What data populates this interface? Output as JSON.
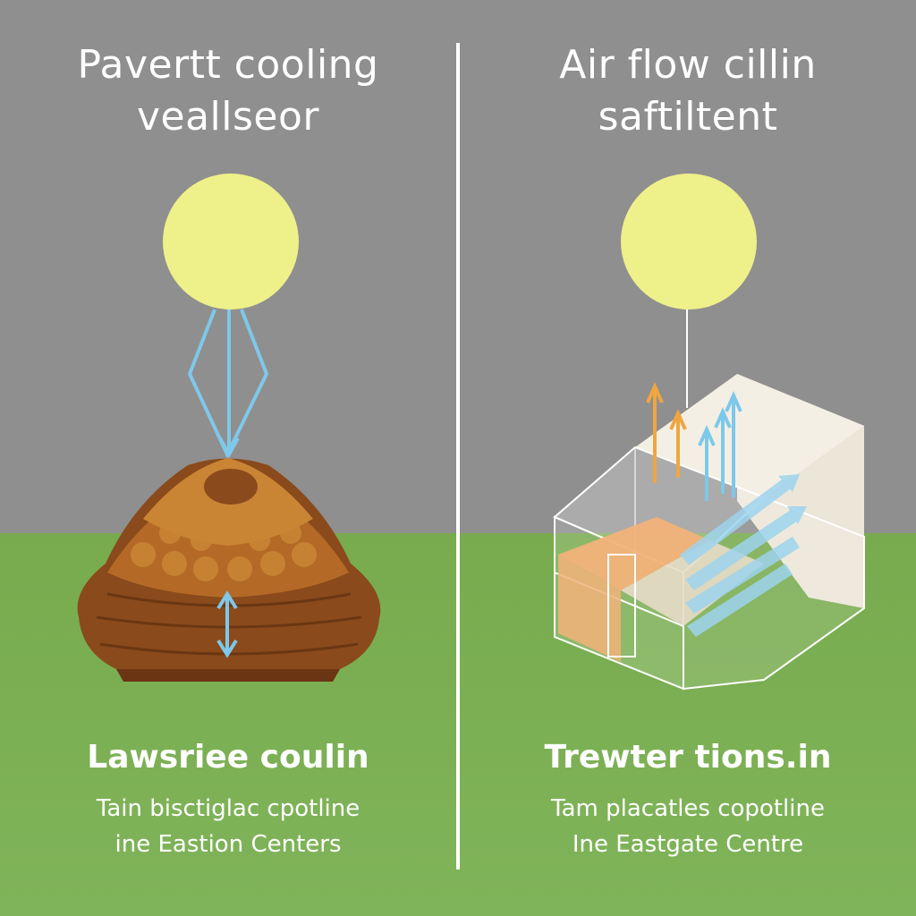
{
  "left_panel": {
    "title_line1": "Pavertt cooling",
    "title_line2": "veallseor",
    "subtitle": "Lawsriee coulin",
    "caption_line1": "Tain bisctiglac cpotline",
    "caption_line2": "ine Eastion Centers"
  },
  "right_panel": {
    "title_line1": "Air flow cillin",
    "title_line2": "saftiltent",
    "subtitle": "Trewter tions.in",
    "caption_line1": "Tam placatles copotline",
    "caption_line2": "Ine Eastgate Centre"
  },
  "colors": {
    "sky": "#8f8f8f",
    "ground": "#7aaa52",
    "sun": "#eef08a",
    "arrow_blue": "#7ec8ea",
    "arrow_orange": "#f0a640",
    "mound": "#b46a26"
  }
}
